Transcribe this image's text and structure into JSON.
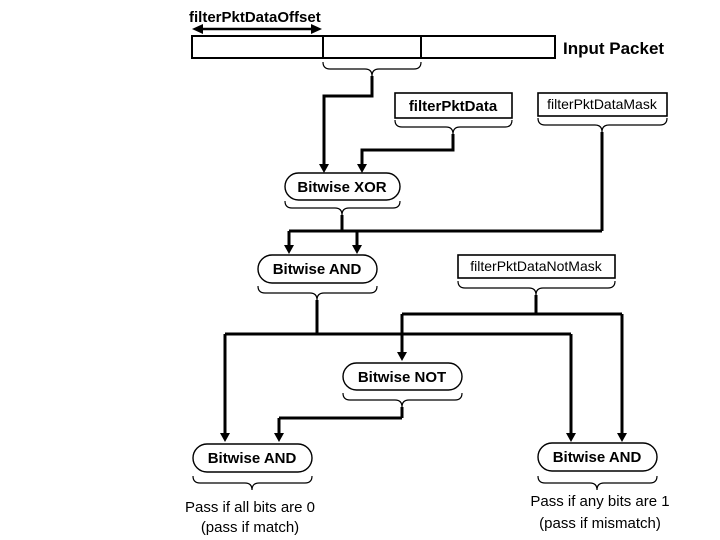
{
  "diagram": {
    "offset_label": "filterPktDataOffset",
    "input_packet_label": "Input Packet",
    "pkt_data_label": "filterPktData",
    "pkt_data_mask_label": "filterPktDataMask",
    "pkt_data_not_mask_label": "filterPktDataNotMask",
    "op_xor_label": "Bitwise XOR",
    "op_and_label": "Bitwise AND",
    "op_not_label": "Bitwise NOT",
    "op_and_left_label": "Bitwise AND",
    "op_and_right_label": "Bitwise AND",
    "result_left_line1": "Pass if all bits are 0",
    "result_left_line2": "(pass if match)",
    "result_right_line1": "Pass if any bits are 1",
    "result_right_line2": "(pass if mismatch)",
    "colors": {
      "ink": "#000000",
      "background": "#ffffff"
    }
  }
}
